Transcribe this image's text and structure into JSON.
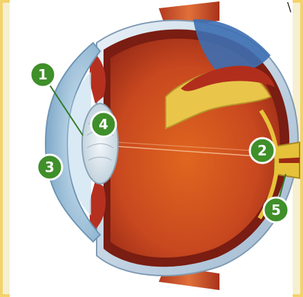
{
  "header": {
    "corner_mark": "\\"
  },
  "labels": [
    {
      "id": 1,
      "text": "1"
    },
    {
      "id": 2,
      "text": "2"
    },
    {
      "id": 3,
      "text": "3"
    },
    {
      "id": 4,
      "text": "4"
    },
    {
      "id": 5,
      "text": "5"
    }
  ],
  "colors": {
    "page_background": "#f6efd0",
    "page_border": "#f3d36a",
    "badge": "#3f8f2a",
    "vitreous": "#c8481f",
    "sclera": "#cfe0ee",
    "lens": "#dbe7ee",
    "nerve": "#e6c23a"
  }
}
